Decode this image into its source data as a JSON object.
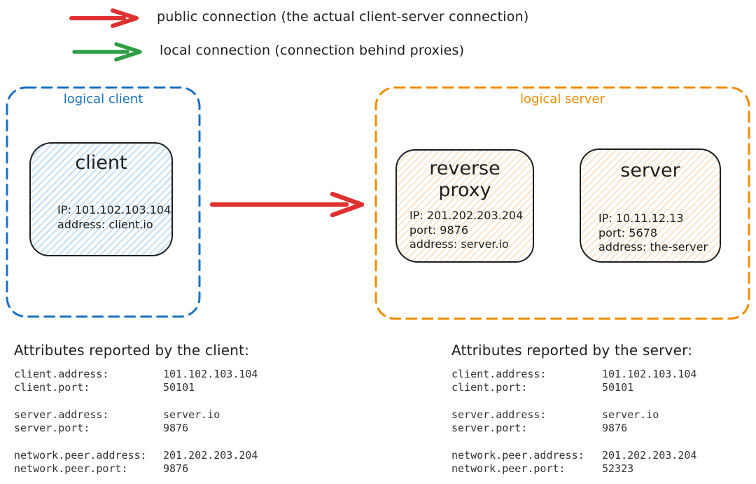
{
  "legend": {
    "items": [
      {
        "id": "public",
        "label": "public connection (the actual client-server connection)",
        "color": "#e03131"
      },
      {
        "id": "local",
        "label": "local connection (connection behind proxies)",
        "color": "#2f9e44"
      }
    ]
  },
  "diagram": {
    "client_group": {
      "label": "logical client",
      "color": "#1971c2",
      "node": {
        "title": "client",
        "lines": [
          "IP: 101.102.103.104",
          "address: client.io"
        ]
      }
    },
    "server_group": {
      "label": "logical server",
      "color": "#f08c00",
      "nodes": [
        {
          "title": "reverse proxy",
          "lines": [
            "IP: 201.202.203.204",
            "port: 9876",
            "address: server.io"
          ]
        },
        {
          "title": "server",
          "lines": [
            "IP: 10.11.12.13",
            "port: 5678",
            "address: the-server"
          ]
        }
      ]
    },
    "connection": {
      "type": "public connection",
      "color": "#e03131"
    }
  },
  "attributes_client": {
    "heading": "Attributes reported by the client:",
    "groups": [
      [
        {
          "key": "client.address:",
          "value": "101.102.103.104"
        },
        {
          "key": "client.port:",
          "value": "50101"
        }
      ],
      [
        {
          "key": "server.address:",
          "value": "server.io"
        },
        {
          "key": "server.port:",
          "value": "9876"
        }
      ],
      [
        {
          "key": "network.peer.address:",
          "value": "201.202.203.204"
        },
        {
          "key": "network.peer.port:",
          "value": "9876"
        }
      ]
    ]
  },
  "attributes_server": {
    "heading": "Attributes reported by the server:",
    "groups": [
      [
        {
          "key": "client.address:",
          "value": "101.102.103.104"
        },
        {
          "key": "client.port:",
          "value": "50101"
        }
      ],
      [
        {
          "key": "server.address:",
          "value": "server.io"
        },
        {
          "key": "server.port:",
          "value": "9876"
        }
      ],
      [
        {
          "key": "network.peer.address:",
          "value": "201.202.203.204"
        },
        {
          "key": "network.peer.port:",
          "value": "52323"
        }
      ]
    ]
  },
  "colors": {
    "ink": "#1e1e1e",
    "public_connection": "#e03131",
    "local_connection": "#2f9e44",
    "client_group_border": "#1971c2",
    "server_group_border": "#f08c00",
    "client_fill": "#a5d8ff",
    "server_fill": "#ffd8a8"
  }
}
